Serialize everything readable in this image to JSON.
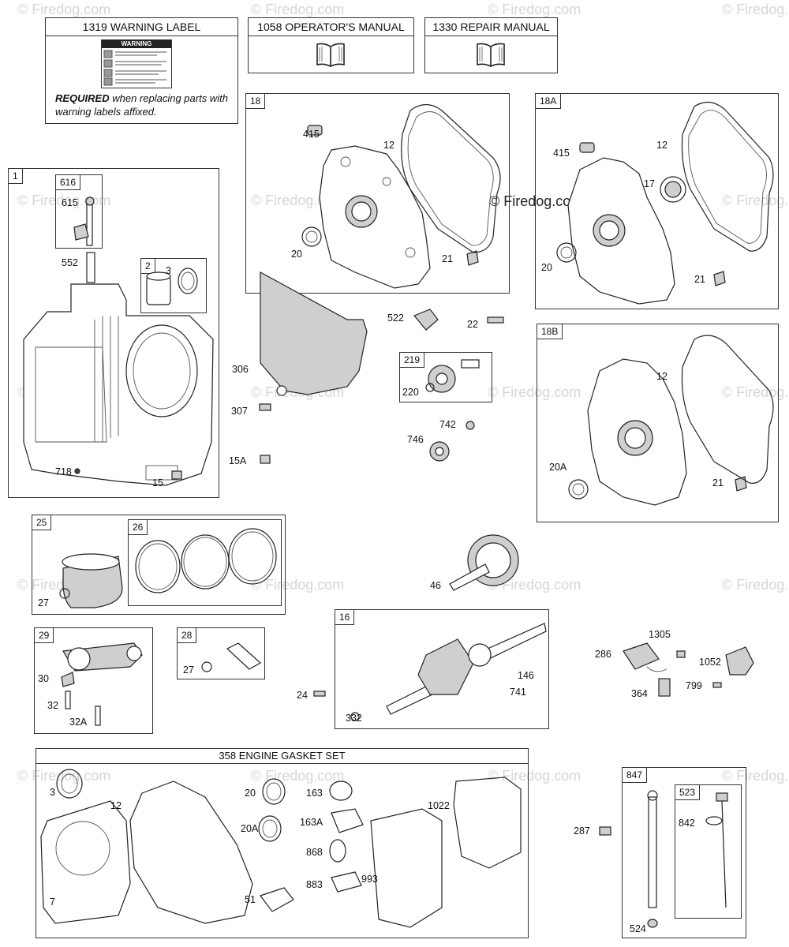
{
  "watermark": "© Firedog.com",
  "header_boxes": {
    "warning": {
      "title": "1319 WARNING LABEL",
      "sticker_heading": "WARNING",
      "required": "REQUIRED",
      "note": " when replacing parts with warning labels affixed."
    },
    "operators": {
      "title": "1058 OPERATOR'S MANUAL"
    },
    "repair": {
      "title": "1330 REPAIR MANUAL"
    }
  },
  "frames": {
    "f1": {
      "tag": "1"
    },
    "f616": {
      "tag": "616"
    },
    "f2": {
      "tag": "2"
    },
    "f18": {
      "tag": "18"
    },
    "f18a": {
      "tag": "18A"
    },
    "f18b": {
      "tag": "18B"
    },
    "f219": {
      "tag": "219"
    },
    "f25": {
      "tag": "25"
    },
    "f26": {
      "tag": "26"
    },
    "f29": {
      "tag": "29"
    },
    "f28": {
      "tag": "28"
    },
    "f16": {
      "tag": "16"
    },
    "gasket": {
      "title": "358 ENGINE GASKET SET"
    },
    "f847": {
      "tag": "847"
    },
    "f523": {
      "tag": "523"
    }
  },
  "labels": {
    "b1_615": "615",
    "b1_552": "552",
    "b1_3": "3",
    "b1_718": "718",
    "b1_15": "15",
    "b18_415": "415",
    "b18_12": "12",
    "b18_20": "20",
    "b18_21": "21",
    "b18a_415": "415",
    "b18a_12": "12",
    "b18a_17": "17",
    "b18a_20": "20",
    "b18a_21": "21",
    "b18b_12": "12",
    "b18b_20a": "20A",
    "b18b_21": "21",
    "p522": "522",
    "p22": "22",
    "p306": "306",
    "p307": "307",
    "p15a": "15A",
    "p220": "220",
    "p742": "742",
    "p746": "746",
    "p46": "46",
    "b25_27": "27",
    "b29_30": "30",
    "b29_32": "32",
    "b29_32a": "32A",
    "b28_27": "27",
    "p24": "24",
    "b16_146": "146",
    "b16_741": "741",
    "b16_332": "332",
    "p1305": "1305",
    "p286": "286",
    "p1052": "1052",
    "p799": "799",
    "p364": "364",
    "g3": "3",
    "g12": "12",
    "g7": "7",
    "g20": "20",
    "g20a": "20A",
    "g51": "51",
    "g163": "163",
    "g163a": "163A",
    "g868": "868",
    "g883": "883",
    "g993": "993",
    "g1022": "1022",
    "p287": "287",
    "b847_842": "842",
    "b847_524": "524"
  },
  "icons": [
    "book-icon",
    "warning-sticker-icon"
  ]
}
